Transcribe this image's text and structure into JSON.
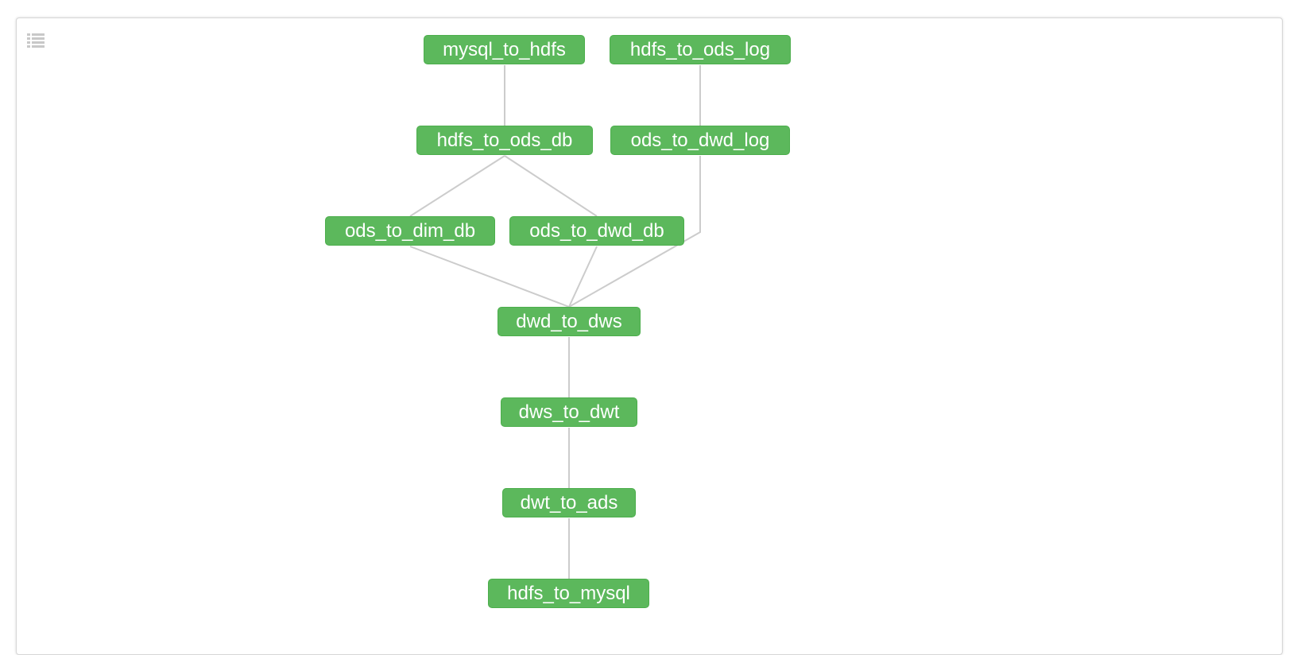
{
  "toolbar": {
    "menu_icon": "list-icon"
  },
  "colors": {
    "node_fill": "#5cb85c",
    "node_border": "#4cae4c",
    "node_text": "#ffffff",
    "edge": "#cccccc"
  },
  "nodes": {
    "mysql_to_hdfs": "mysql_to_hdfs",
    "hdfs_to_ods_log": "hdfs_to_ods_log",
    "hdfs_to_ods_db": "hdfs_to_ods_db",
    "ods_to_dwd_log": "ods_to_dwd_log",
    "ods_to_dim_db": "ods_to_dim_db",
    "ods_to_dwd_db": "ods_to_dwd_db",
    "dwd_to_dws": "dwd_to_dws",
    "dws_to_dwt": "dws_to_dwt",
    "dwt_to_ads": "dwt_to_ads",
    "hdfs_to_mysql": "hdfs_to_mysql"
  },
  "edges": [
    [
      "mysql_to_hdfs",
      "hdfs_to_ods_db"
    ],
    [
      "hdfs_to_ods_log",
      "ods_to_dwd_log"
    ],
    [
      "hdfs_to_ods_db",
      "ods_to_dim_db"
    ],
    [
      "hdfs_to_ods_db",
      "ods_to_dwd_db"
    ],
    [
      "ods_to_dim_db",
      "dwd_to_dws"
    ],
    [
      "ods_to_dwd_db",
      "dwd_to_dws"
    ],
    [
      "ods_to_dwd_log",
      "dwd_to_dws"
    ],
    [
      "dwd_to_dws",
      "dws_to_dwt"
    ],
    [
      "dws_to_dwt",
      "dwt_to_ads"
    ],
    [
      "dwt_to_ads",
      "hdfs_to_mysql"
    ]
  ]
}
